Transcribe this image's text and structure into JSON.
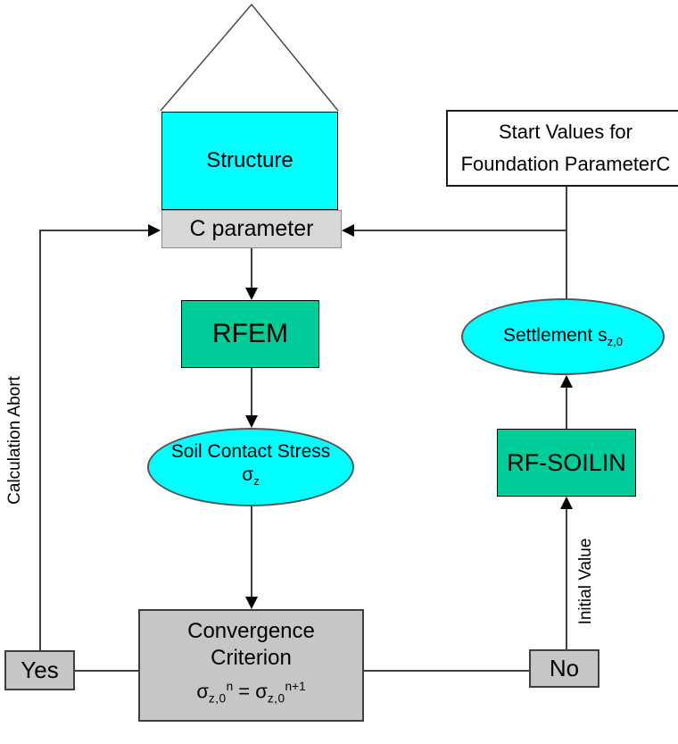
{
  "diagram": {
    "house": {
      "structure_label": "Structure"
    },
    "c_parameter": {
      "label": "C parameter"
    },
    "start_values": {
      "line1": "Start Values for",
      "line2": "Foundation ParameterC"
    },
    "rfem": {
      "label": "RFEM"
    },
    "soil_stress": {
      "line1": "Soil Contact Stress",
      "sigma": "σ",
      "sub": "z"
    },
    "settlement": {
      "text": "Settlement s",
      "sub": "z,0"
    },
    "rf_soilin": {
      "label": "RF-SOILIN"
    },
    "convergence": {
      "line1": "Convergence",
      "line2": "Criterion",
      "formula": {
        "sigma1": "σ",
        "sub1": "z,0",
        "sup1": "n",
        "eq": " = ",
        "sigma2": "σ",
        "sub2": "z,0",
        "sup2": "n+1"
      }
    },
    "decision": {
      "yes": "Yes",
      "no": "No"
    },
    "edge_labels": {
      "calculation_abort": "Calculation Abort",
      "initial_value": "Initial Value"
    },
    "colors": {
      "shape_cyan": "#00ffff",
      "shape_green": "#00cc99",
      "shape_gray": "#c6c6c6",
      "parameter_gray": "#d6d6d6",
      "line": "#3f3f3f",
      "arrowhead": "#000000"
    }
  }
}
